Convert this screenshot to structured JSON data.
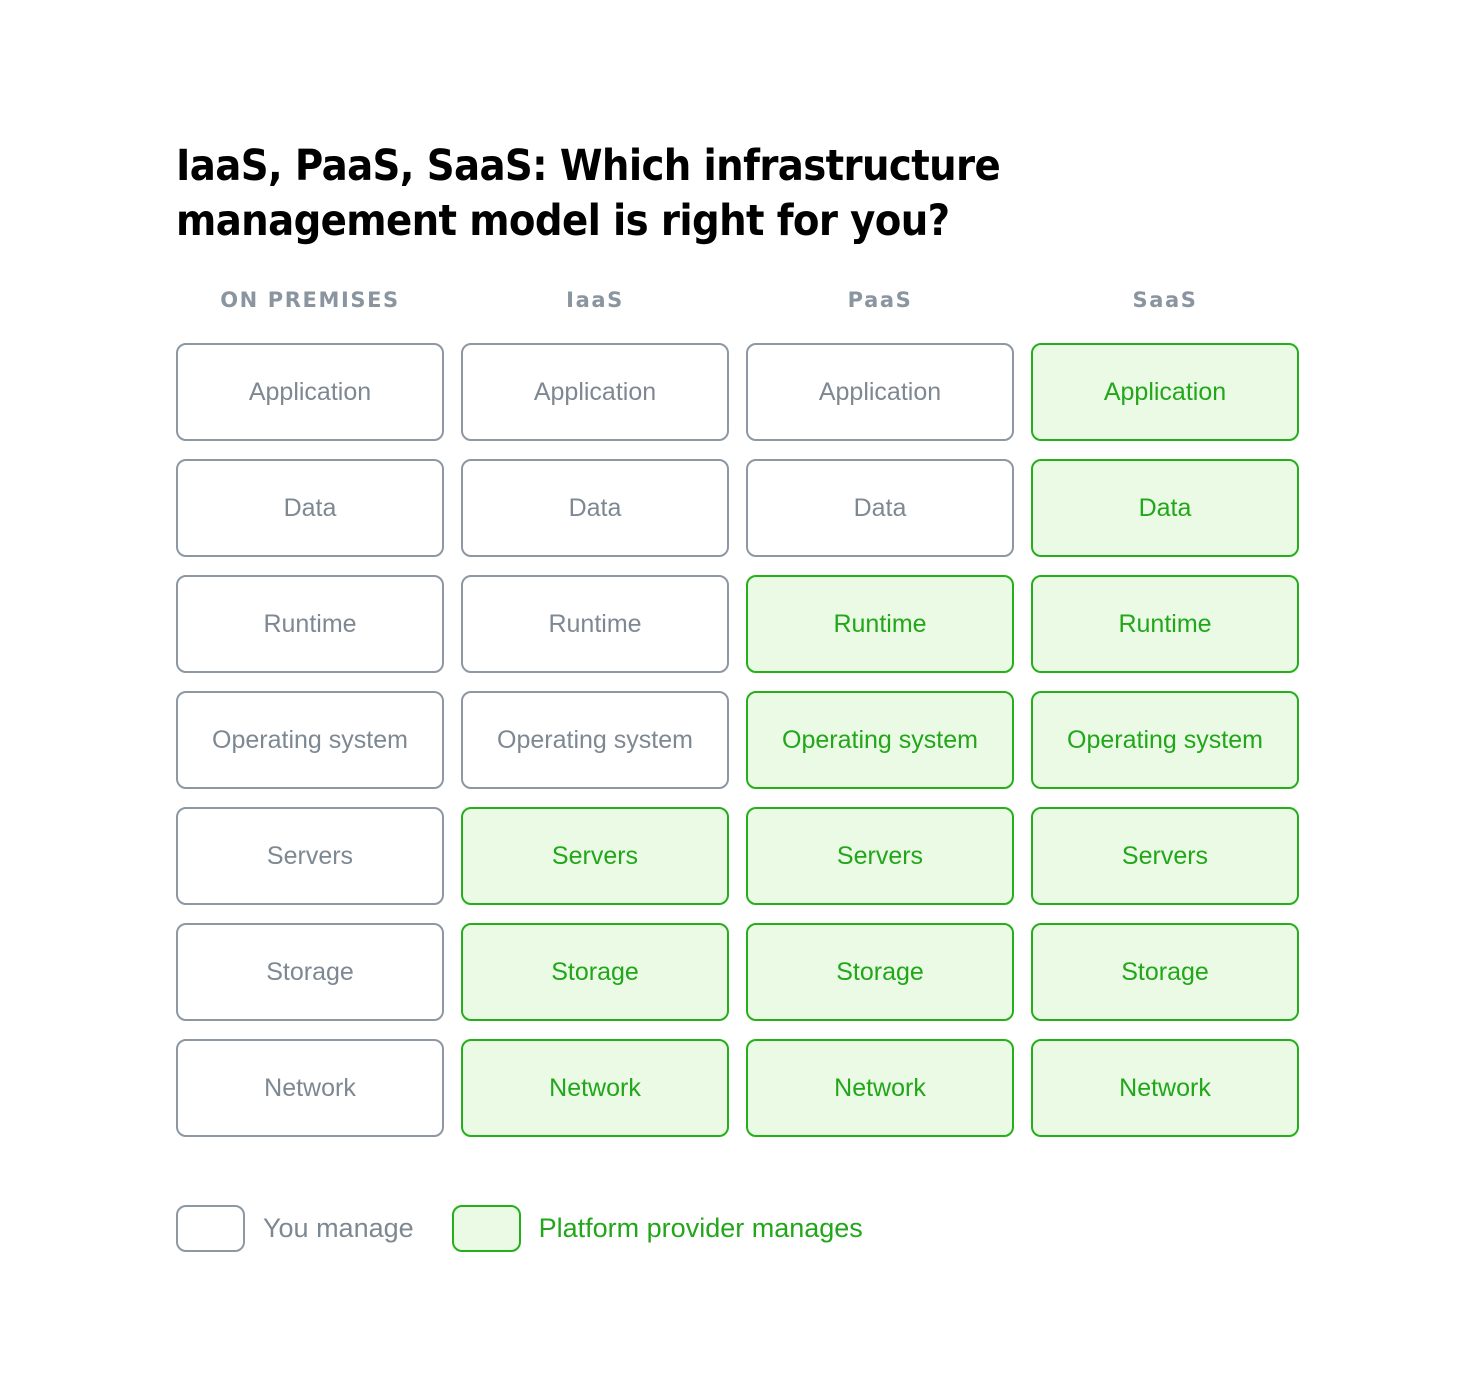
{
  "title": {
    "line1": "IaaS, PaaS, SaaS: Which infrastructure",
    "line2": "management model is right for you?"
  },
  "colors": {
    "you_manage_border": "#8D98A3",
    "you_manage_fill": "#FFFFFF",
    "you_manage_text": "#7D8893",
    "provider_border": "#25B01A",
    "provider_fill": "#EAFAE5",
    "provider_text": "#22A61A",
    "header_text": "#8A95A0",
    "title_text": "#000000",
    "background": "#FFFFFF"
  },
  "columns": [
    {
      "header": "ON PREMISES"
    },
    {
      "header": "IaaS"
    },
    {
      "header": "PaaS"
    },
    {
      "header": "SaaS"
    }
  ],
  "layers": [
    "Application",
    "Data",
    "Runtime",
    "Operating system",
    "Servers",
    "Storage",
    "Network"
  ],
  "rows": [
    {
      "layer": "Application",
      "cells": [
        {
          "label": "Application",
          "owner": "you"
        },
        {
          "label": "Application",
          "owner": "you"
        },
        {
          "label": "Application",
          "owner": "you"
        },
        {
          "label": "Application",
          "owner": "provider"
        }
      ]
    },
    {
      "layer": "Data",
      "cells": [
        {
          "label": "Data",
          "owner": "you"
        },
        {
          "label": "Data",
          "owner": "you"
        },
        {
          "label": "Data",
          "owner": "you"
        },
        {
          "label": "Data",
          "owner": "provider"
        }
      ]
    },
    {
      "layer": "Runtime",
      "cells": [
        {
          "label": "Runtime",
          "owner": "you"
        },
        {
          "label": "Runtime",
          "owner": "you"
        },
        {
          "label": "Runtime",
          "owner": "provider"
        },
        {
          "label": "Runtime",
          "owner": "provider"
        }
      ]
    },
    {
      "layer": "Operating system",
      "cells": [
        {
          "label": "Operating system",
          "owner": "you"
        },
        {
          "label": "Operating system",
          "owner": "you"
        },
        {
          "label": "Operating system",
          "owner": "provider"
        },
        {
          "label": "Operating system",
          "owner": "provider"
        }
      ]
    },
    {
      "layer": "Servers",
      "cells": [
        {
          "label": "Servers",
          "owner": "you"
        },
        {
          "label": "Servers",
          "owner": "provider"
        },
        {
          "label": "Servers",
          "owner": "provider"
        },
        {
          "label": "Servers",
          "owner": "provider"
        }
      ]
    },
    {
      "layer": "Storage",
      "cells": [
        {
          "label": "Storage",
          "owner": "you"
        },
        {
          "label": "Storage",
          "owner": "provider"
        },
        {
          "label": "Storage",
          "owner": "provider"
        },
        {
          "label": "Storage",
          "owner": "provider"
        }
      ]
    },
    {
      "layer": "Network",
      "cells": [
        {
          "label": "Network",
          "owner": "you"
        },
        {
          "label": "Network",
          "owner": "provider"
        },
        {
          "label": "Network",
          "owner": "provider"
        },
        {
          "label": "Network",
          "owner": "provider"
        }
      ]
    }
  ],
  "legend": {
    "you_manage": "You manage",
    "provider_manages": "Platform provider manages"
  }
}
